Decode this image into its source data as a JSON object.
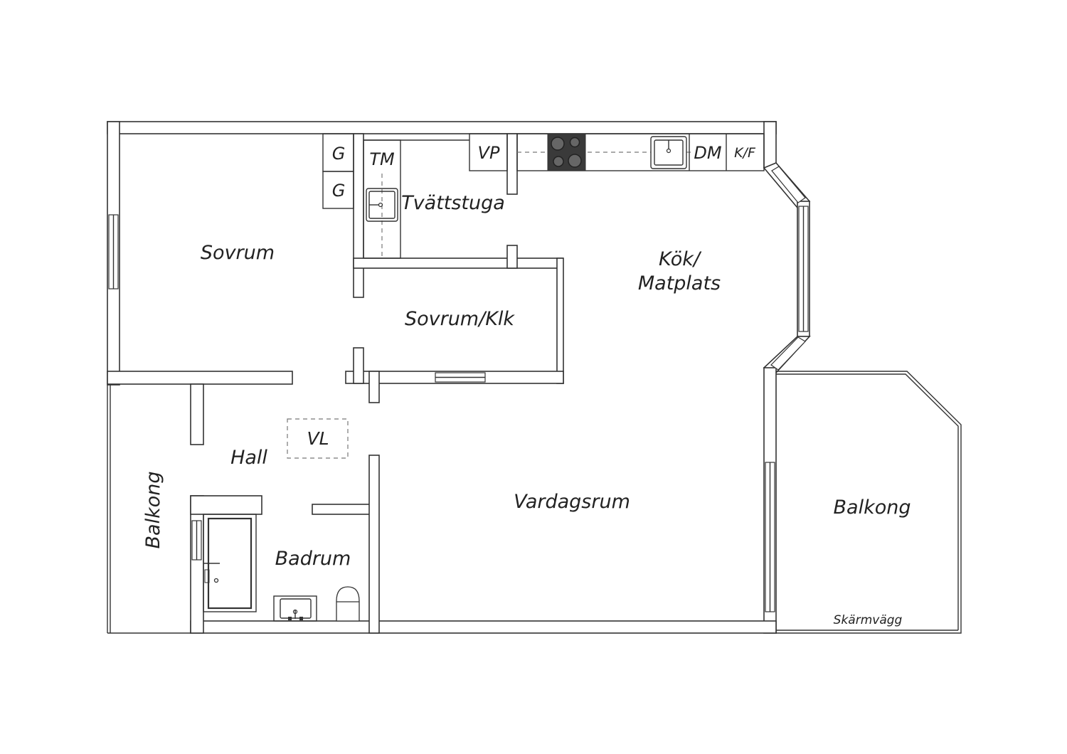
{
  "rooms": {
    "sovrum": "Sovrum",
    "tvattstuga": "Tvättstuga",
    "kok_line1": "Kök/",
    "kok_line2": "Matplats",
    "sovrum_klk": "Sovrum/Klk",
    "hall": "Hall",
    "badrum": "Badrum",
    "vardagsrum": "Vardagsrum",
    "balkong_left": "Balkong",
    "balkong_right": "Balkong",
    "skarmvagg": "Skärmvägg"
  },
  "fixtures": {
    "wardrobe_1": "G",
    "wardrobe_2": "G",
    "washing_machine": "TM",
    "water_heater": "VP",
    "dishwasher": "DM",
    "fridge_freezer": "K/F",
    "hall_cabinet": "VL"
  },
  "icons": [
    "stove-icon",
    "kitchen-sink-icon",
    "laundry-sink-icon",
    "bathtub-icon",
    "bathroom-sink-icon",
    "toilet-icon"
  ],
  "colors": {
    "wall": "#333333",
    "background": "#ffffff",
    "stove": "#3a3a3a"
  }
}
